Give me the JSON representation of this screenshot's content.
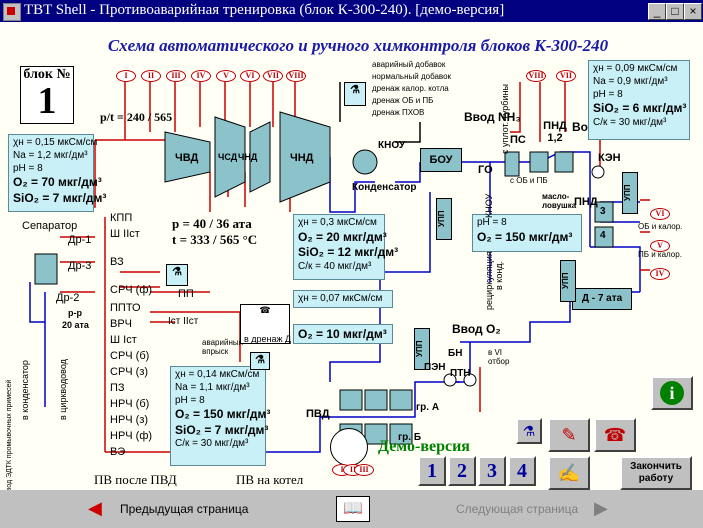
{
  "window": {
    "title": "TBT Shell - Противоаварийная тренировка (блок К-300-240). [демо-версия]",
    "controls": {
      "minimize": "_",
      "maximize": "□",
      "close": "×"
    }
  },
  "scheme": {
    "heading": "Схема автоматического и ручного химконтроля блоков К-300-240",
    "block_label": "блок №",
    "block_number": "1",
    "pt_ratio": "p/t = 240 / 565",
    "p_reheat": "p = 40 / 36 ата",
    "t_reheat": "t = 333 / 565 °C",
    "extraction_numerals": [
      "I",
      "II",
      "III",
      "IV",
      "V",
      "VI",
      "VII",
      "VIII"
    ],
    "vlbl_numerals": [
      "VIII",
      "VII"
    ],
    "turbine": {
      "hp": "ЧВД",
      "ip_a": "ЧСД",
      "ip_b": "ЧНД",
      "lp": "ЧНД"
    },
    "left_panel": {
      "kpp": "КПП",
      "sh_iist": "Ш IIст",
      "vz": "ВЗ",
      "srch_f": "СРЧ (ф)",
      "ppto": "ППТО",
      "vrch": "ВРЧ",
      "sh_ist": "Ш Iст",
      "srch_b": "СРЧ (б)",
      "srch_z": "СРЧ (з)",
      "pz": "ПЗ",
      "nrch_b": "НРЧ (б)",
      "nrch_z": "НРЧ (з)",
      "nrch_f": "НРЧ (ф)",
      "ve": "ВЭ",
      "separator": "Сепаратор",
      "dr1": "Др-1",
      "dr3": "Др-3",
      "dr2": "Др-2",
      "pr": "р-р",
      "pr20": "20 ата",
      "pp": "ПП",
      "pp_stages": "Iст IIст",
      "emergency_injection": "аварийный впрыск",
      "to_condenser": "в конденсатор",
      "to_drainage": "в циркводовод",
      "vvod": "Ввод ЭДТК промывочных примесей"
    },
    "boxes": {
      "condenser": "Конденсатор",
      "knou": "КНОУ",
      "bou": "БОУ",
      "vvod_nh3": "Ввод NH₃",
      "go": "ГО",
      "ps": "ПС",
      "pnd12": "ПНД 1,2",
      "pnd3": "3",
      "pnd4": "4",
      "pnd_lbl": "ПНД",
      "ken": "КЭН",
      "d7": "Д - 7 ата",
      "upp1": "УПП",
      "upp2": "УПП",
      "upp3": "УПП",
      "upp4": "УПП",
      "vvod_o2": "Ввод O₂",
      "pen": "ПЭН",
      "bn": "БН",
      "ptn": "ПТН",
      "pvd": "ПВД",
      "gr_a": "гр. А",
      "gr_b": "гр. Б",
      "v_vi_otbor": "в VI отбор",
      "pv_after": "ПВ после ПВД",
      "pv_kotel": "ПВ на котел",
      "vo": "Во",
      "s_upl_turb": "с уплот. турбины",
      "s_ob_pb": "с ОБ и ПБ",
      "maslo": "масло-ловушка",
      "recirc": "рециркуляция",
      "v_kond": "в конд.",
      "knou_v": "КНОУ",
      "ob_kalor": "ОБ и калор.",
      "pb_kalor": "ПБ и калор.",
      "to_drainage_d": "в дренаж Д"
    },
    "legend_drain": [
      "аварийный добавок",
      "нормальный добавок",
      "дренаж калор. котла",
      "дренаж ОБ и ПБ",
      "дренаж ПХОВ"
    ],
    "panels": {
      "p1": [
        "χн = 0,15 мкСм/см",
        "Na = 1,2 мкг/дм³",
        "pH = 8",
        "O₂ = 70 мкг/дм³",
        "SiO₂ = 7 мкг/дм³"
      ],
      "p2": [
        "χн = 0,09 мкСм/см",
        "Na = 0,9 мкг/дм³",
        "pH = 8",
        "SiO₂ = 6 мкг/дм³",
        "С/к = 30 мкг/дм³"
      ],
      "p3": [
        "χн = 0,3 мкСм/см",
        "O₂ = 20 мкг/дм³",
        "SiO₂ = 12 мкг/дм³",
        "С/к = 40 мкг/дм³"
      ],
      "p4": [
        "pH = 8",
        "O₂ = 150 мкг/дм³"
      ],
      "p5": [
        "χн = 0,07 мкСм/см"
      ],
      "p6": [
        "O₂ = 10 мкг/дм³"
      ],
      "p7": [
        "χн = 0,14 мкСм/см",
        "Na = 1,1 мкг/дм³",
        "pH = 8",
        "O₂ = 150 мкг/дм³",
        "SiO₂ = 7 мкг/дм³",
        "С/к = 30 мкг/дм³"
      ]
    },
    "demo_label": "Демо-версия",
    "bottom_numerals": [
      "I",
      "II",
      "III"
    ]
  },
  "buttons": {
    "num1": "1",
    "num2": "2",
    "num3": "3",
    "num4": "4",
    "finish": "Закончить работу",
    "info_icon": "i"
  },
  "footer": {
    "prev": "Предыдущая страница",
    "next": "Следующая страница"
  },
  "colors": {
    "titlebar": "#000080",
    "pipe_red": "#cc0000",
    "pipe_blue": "#0000c8",
    "panel": "#c8f0f6",
    "equipment": "#8cc3cb",
    "demo": "#008000"
  }
}
